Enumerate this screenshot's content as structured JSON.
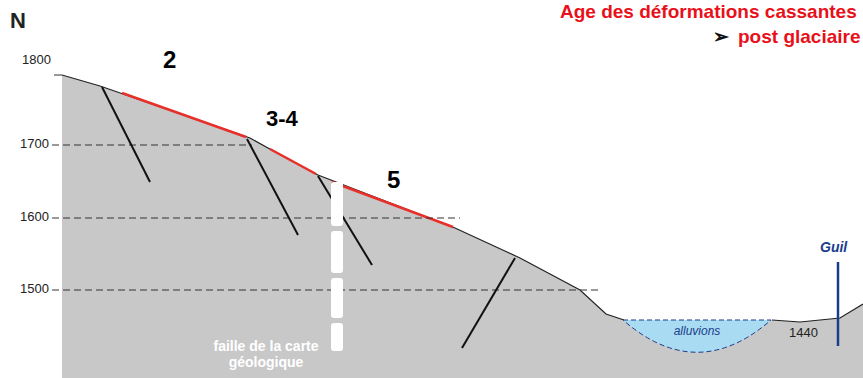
{
  "diagram": {
    "title": "Age des déformations cassantes",
    "nodes": [
      {
        "text": [
          "alluvions"
        ]
      }
    ],
    "labels": [
      "N",
      "1800",
      "1700",
      "1600",
      "1500",
      "2",
      "3-4",
      "5",
      "faille de la carte géologique",
      "Guil",
      "1440",
      "➢",
      "post glaciaire"
    ]
  }
}
